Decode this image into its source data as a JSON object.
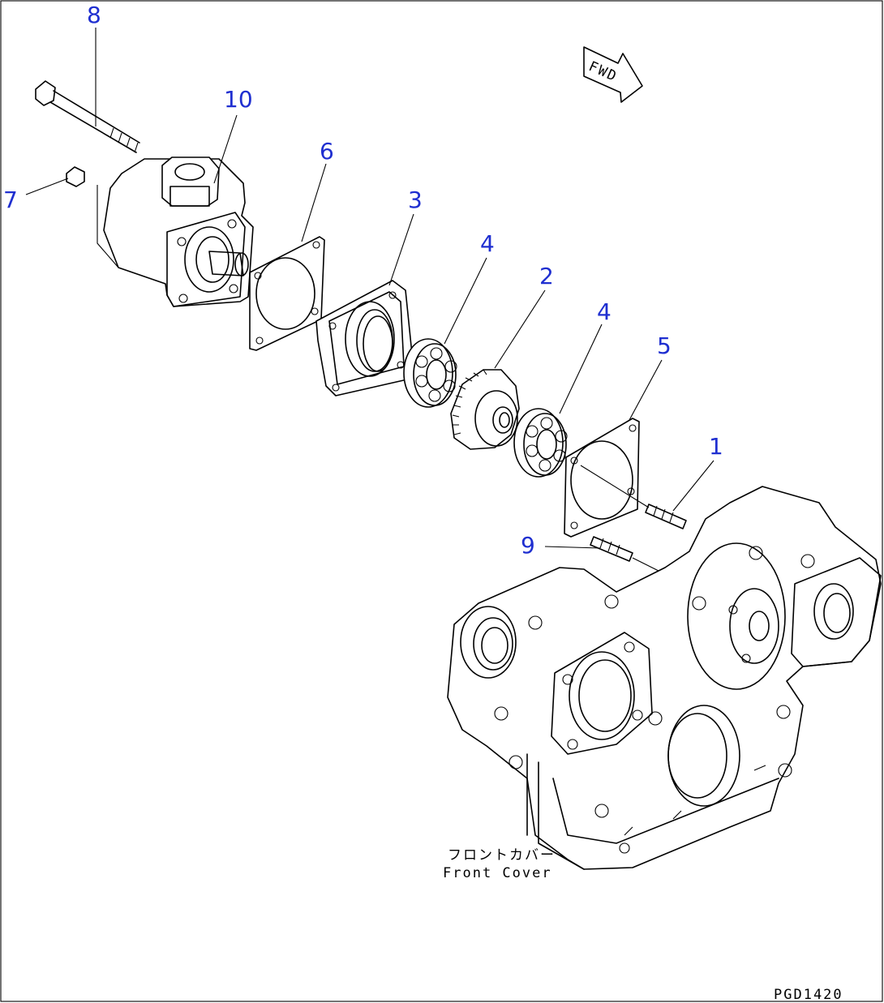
{
  "callouts": [
    {
      "id": "1",
      "text": "1"
    },
    {
      "id": "2",
      "text": "2"
    },
    {
      "id": "3",
      "text": "3"
    },
    {
      "id": "4a",
      "text": "4"
    },
    {
      "id": "4b",
      "text": "4"
    },
    {
      "id": "5",
      "text": "5"
    },
    {
      "id": "6",
      "text": "6"
    },
    {
      "id": "7",
      "text": "7"
    },
    {
      "id": "8",
      "text": "8"
    },
    {
      "id": "9",
      "text": "9"
    },
    {
      "id": "10",
      "text": "10"
    }
  ],
  "labels": {
    "fwd": "FWD",
    "front_cover_jp": "フロントカバー",
    "front_cover_en": "Front Cover",
    "drawing_code": "PGD1420"
  },
  "colors": {
    "callout": "#1f2fd0",
    "line": "#000000",
    "background": "#ffffff"
  }
}
